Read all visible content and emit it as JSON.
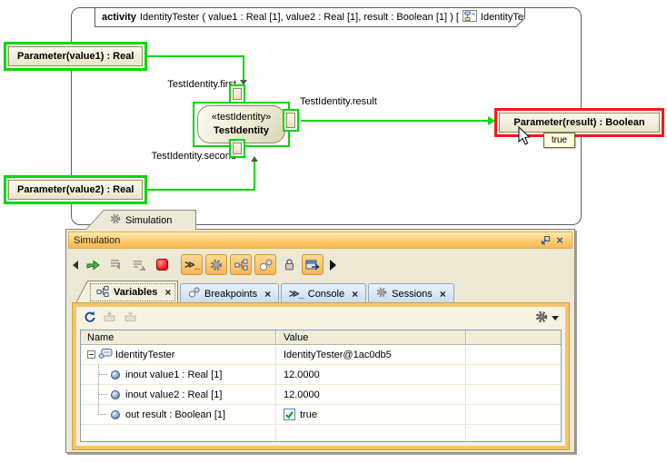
{
  "diagram": {
    "frame_header": {
      "keyword": "activity",
      "signature": "IdentityTester ( value1 : Real [1], value2 : Real [1], result : Boolean [1] ) [",
      "diagram_name": "IdentityTester",
      "closing_bracket": "]"
    },
    "nodes": {
      "param_value1": {
        "label": "Parameter(value1) : Real"
      },
      "param_value2": {
        "label": "Parameter(value2) : Real"
      },
      "param_result": {
        "label": "Parameter(result) : Boolean"
      },
      "action": {
        "stereotype": "«testIdentity»",
        "name": "TestIdentity"
      }
    },
    "pin_labels": {
      "first": "TestIdentity.first",
      "result": "TestIdentity.result",
      "second": "TestIdentity.second"
    },
    "value_tooltip": "true",
    "colors": {
      "active_highlight": "#00D800",
      "selected_highlight": "#FF1414",
      "node_border": "#94895A",
      "node_fill": "#F2EFDB"
    }
  },
  "simulation_tab": {
    "label": "Simulation"
  },
  "panel": {
    "title": "Simulation",
    "close_glyph": "×",
    "console_glyph": "≫",
    "tabs": [
      {
        "label": "Variables",
        "active": true
      },
      {
        "label": "Breakpoints",
        "active": false
      },
      {
        "label": "Console",
        "active": false
      },
      {
        "label": "Sessions",
        "active": false
      }
    ],
    "table": {
      "columns": [
        "Name",
        "Value",
        ""
      ],
      "rows": [
        {
          "name": "IdentityTester",
          "value": "IdentityTester@1ac0db5"
        },
        {
          "name": "inout value1 : Real [1]",
          "value": "12.0000"
        },
        {
          "name": "inout value2 : Real [1]",
          "value": "12.0000"
        },
        {
          "name": "out result : Boolean [1]",
          "value": "true",
          "checked": true
        }
      ]
    }
  }
}
